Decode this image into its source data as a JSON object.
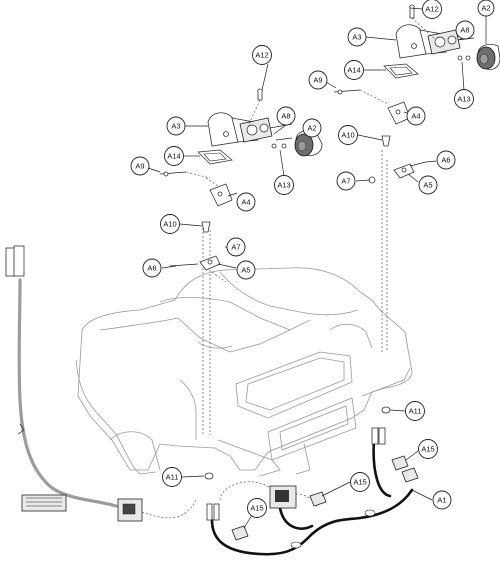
{
  "callouts": {
    "a1": "A1",
    "a2": "A2",
    "a3": "A3",
    "a4": "A4",
    "a5": "A5",
    "a6": "A6",
    "a7": "A7",
    "a8": "A8",
    "a9": "A9",
    "a10": "A10",
    "a11": "A11",
    "a12": "A12",
    "a13": "A13",
    "a14": "A14",
    "a15": "A15"
  },
  "colors": {
    "line": "#222222",
    "body_outline": "#9a9a9a",
    "harness": "#111111",
    "lens": "#6e6e6e"
  }
}
